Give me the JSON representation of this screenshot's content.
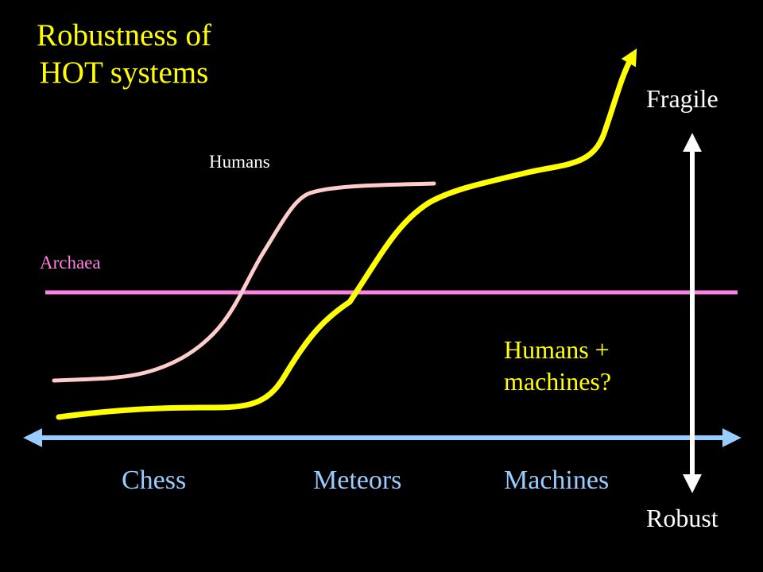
{
  "slide": {
    "title_line1": "Robustness of",
    "title_line2": "HOT systems",
    "axis_top_label": "Fragile",
    "axis_bottom_label": "Robust",
    "curve_label_humans": "Humans",
    "line_label_archaea": "Archaea",
    "annotation_line1": "Humans +",
    "annotation_line2": "machines?",
    "x_categories": [
      "Chess",
      "Meteors",
      "Machines"
    ]
  },
  "colors": {
    "background": "#000000",
    "title": "#FFFF00",
    "axis_labels": "#FFFFFF",
    "humans_curve": "#FFCCCC",
    "archaea_line": "#FF80E0",
    "machines_curve": "#FFFF00",
    "horizontal_axis": "#99CCFF",
    "vertical_axis": "#FFFFFF"
  }
}
